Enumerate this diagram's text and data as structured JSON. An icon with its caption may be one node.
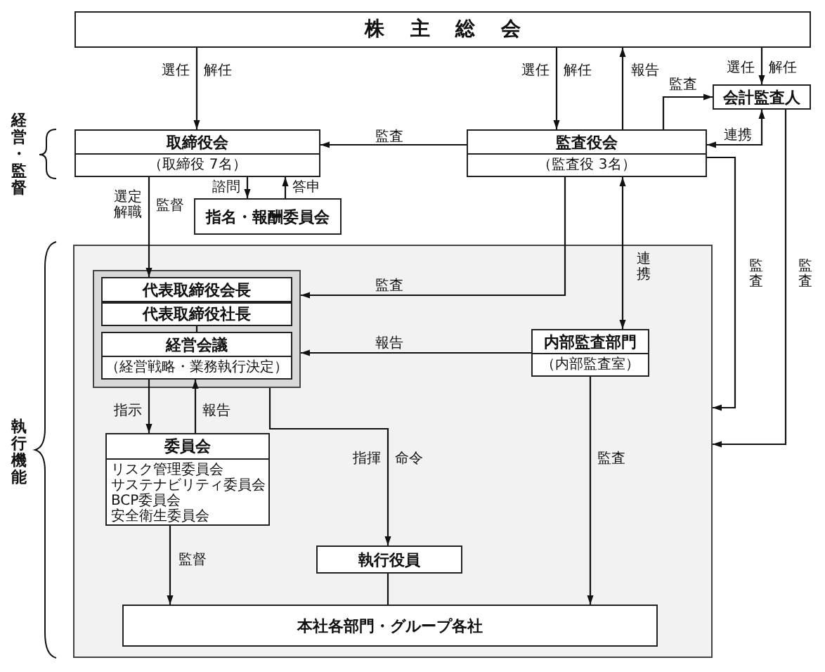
{
  "diagram": {
    "nodes": [
      {
        "text": [
          "株主総会"
        ]
      },
      {
        "text": [
          "取締役会",
          "（取締役 7名）"
        ]
      },
      {
        "text": [
          "指名・報酬委員会"
        ]
      },
      {
        "text": [
          "監査役会",
          "（監査役 3名）"
        ]
      },
      {
        "text": [
          "会計監査人"
        ]
      },
      {
        "text": [],
        "shape": "box",
        "beside": [
          "執行機能"
        ]
      },
      {
        "text": [],
        "shape": "box",
        "in": 5
      },
      {
        "text": [
          "代表取締役会長"
        ],
        "in": 6
      },
      {
        "text": [
          "代表取締役社長"
        ],
        "in": 6
      },
      {
        "text": [
          "経営会議",
          "（経営戦略・業務執行決定）"
        ],
        "in": 6
      },
      {
        "text": [
          "内部監査部門",
          "（内部監査室）"
        ],
        "in": 5
      },
      {
        "text": [
          "委員会",
          "リスク管理委員会",
          "サステナビリティ委員会",
          "BCP委員会",
          "安全衛生委員会"
        ],
        "in": 5
      },
      {
        "text": [
          "執行役員"
        ],
        "in": 5
      },
      {
        "text": [
          "本社各部門・グループ各社"
        ],
        "in": 5
      }
    ],
    "edges": [
      {
        "from": 0,
        "to": 1,
        "arrow": "to",
        "label": "選任 解任"
      },
      {
        "from": 0,
        "to": 3,
        "arrow": "to",
        "label": "選任 解任"
      },
      {
        "from": 3,
        "to": 0,
        "arrow": "to",
        "label": "報告"
      },
      {
        "from": 0,
        "to": 4,
        "arrow": "to",
        "label": "選任 解任"
      },
      {
        "from": 3,
        "to": 4,
        "arrow": "to",
        "label": "監査"
      },
      {
        "from": 4,
        "to": 3,
        "arrow": "both",
        "label": "連携"
      },
      {
        "from": 3,
        "to": 1,
        "arrow": "to",
        "label": "監査"
      },
      {
        "from": 1,
        "to": 2,
        "arrow": "to",
        "label": "諮問"
      },
      {
        "from": 2,
        "to": 1,
        "arrow": "to",
        "label": "答申"
      },
      {
        "from": 1,
        "to": 7,
        "arrow": "to",
        "label": "選定解職 監督"
      },
      {
        "from": 3,
        "to": 6,
        "arrow": "to",
        "label": "監査"
      },
      {
        "from": 10,
        "to": 3,
        "arrow": "both",
        "label": "連携"
      },
      {
        "from": 3,
        "to": 5,
        "arrow": "to",
        "label": "監査"
      },
      {
        "from": 4,
        "to": 5,
        "arrow": "to",
        "label": "監査"
      },
      {
        "from": 10,
        "to": 6,
        "arrow": "to",
        "label": "報告"
      },
      {
        "from": 8,
        "to": 9,
        "arrow": "none"
      },
      {
        "from": 9,
        "to": 11,
        "arrow": "to",
        "label": "指示"
      },
      {
        "from": 11,
        "to": 9,
        "arrow": "to",
        "label": "報告"
      },
      {
        "from": 6,
        "to": 12,
        "arrow": "to",
        "label": "指揮 命令"
      },
      {
        "from": 11,
        "to": 13,
        "arrow": "to",
        "label": "監督"
      },
      {
        "from": 12,
        "to": 13,
        "arrow": "none"
      },
      {
        "from": 10,
        "to": 13,
        "arrow": "to",
        "label": "監査"
      }
    ],
    "labels": [
      "経営・監督"
    ]
  }
}
